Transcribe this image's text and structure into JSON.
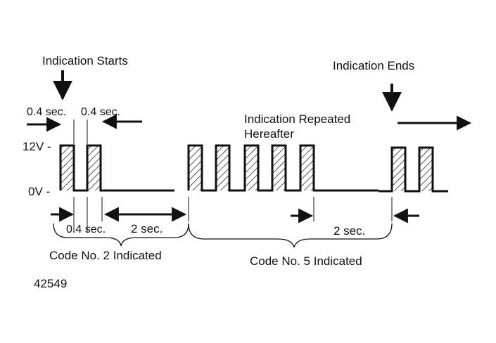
{
  "diagram": {
    "label_indication_starts": "Indication Starts",
    "label_indication_ends": "Indication Ends",
    "label_repeated_line1": "Indication Repeated",
    "label_repeated_line2": "Hereafter",
    "label_pulse_width_1": "0.4 sec.",
    "label_pulse_width_2": "0.4 sec.",
    "label_voltage_high": "12V -",
    "label_voltage_low": "0V -",
    "label_gap_bottom": "0.4 sec.",
    "label_pause_1": "2 sec.",
    "label_pause_2": "2 sec.",
    "label_code_2": "Code No. 2 Indicated",
    "label_code_5": "Code No. 5 Indicated",
    "figure_number": "42549",
    "line_color": "#111111",
    "hatch_color": "#111111",
    "background_color": "#ffffff"
  }
}
